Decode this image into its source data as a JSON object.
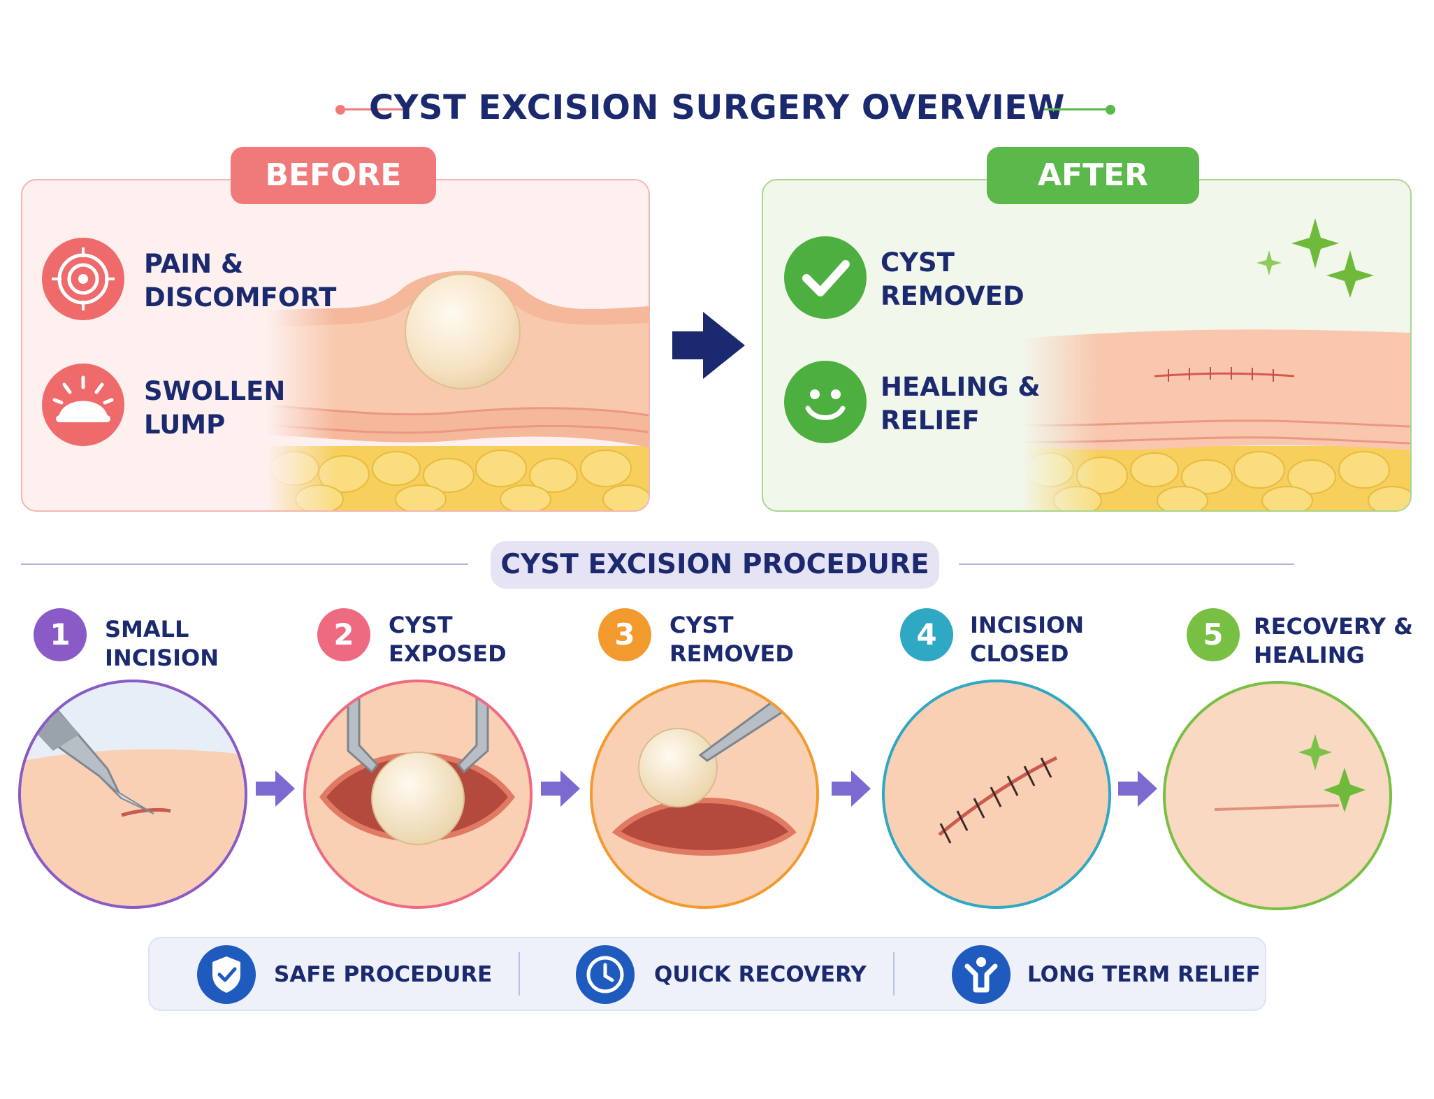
{
  "title": "CYST EXCISION SURGERY OVERVIEW",
  "colors": {
    "navy": "#1b2a6e",
    "before_accent": "#f07a7a",
    "after_accent": "#5bb84a",
    "benefit_blue": "#1f5bbf"
  },
  "before": {
    "badge": "BEFORE",
    "features": [
      {
        "icon": "target-icon",
        "line1": "PAIN &",
        "line2": "DISCOMFORT"
      },
      {
        "icon": "swollen-lump-icon",
        "line1": "SWOLLEN",
        "line2": "LUMP"
      }
    ]
  },
  "after": {
    "badge": "AFTER",
    "features": [
      {
        "icon": "checkmark-icon",
        "line1": "CYST",
        "line2": "REMOVED"
      },
      {
        "icon": "smiley-icon",
        "line1": "HEALING &",
        "line2": "RELIEF"
      }
    ]
  },
  "procedure": {
    "heading": "CYST EXCISION PROCEDURE",
    "steps": [
      {
        "num": "1",
        "line1": "SMALL",
        "line2": "INCISION",
        "color": "#8a5bc6"
      },
      {
        "num": "2",
        "line1": "CYST",
        "line2": "EXPOSED",
        "color": "#ee6a80"
      },
      {
        "num": "3",
        "line1": "CYST",
        "line2": "REMOVED",
        "color": "#f39a2e"
      },
      {
        "num": "4",
        "line1": "INCISION",
        "line2": "CLOSED",
        "color": "#2fa8c4"
      },
      {
        "num": "5",
        "line1": "RECOVERY &",
        "line2": "HEALING",
        "color": "#78c043"
      }
    ]
  },
  "benefits": [
    {
      "icon": "shield-check-icon",
      "label": "SAFE PROCEDURE"
    },
    {
      "icon": "clock-icon",
      "label": "QUICK RECOVERY"
    },
    {
      "icon": "person-raised-arms-icon",
      "label": "LONG TERM RELIEF"
    }
  ]
}
